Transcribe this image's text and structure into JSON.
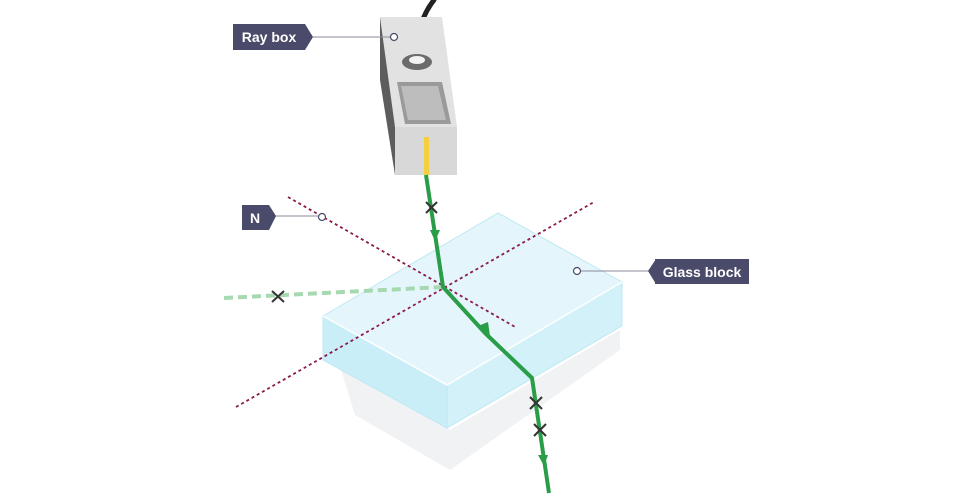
{
  "labels": {
    "ray_box": "Ray box",
    "normal": "N",
    "glass_block": "Glass block"
  },
  "colors": {
    "label_bg": "#4a4a6a",
    "label_text": "#ffffff",
    "ray": "#2a9d48",
    "ray_faded": "#a7d9b1",
    "normal_line": "#8b1a4d",
    "glass_top": "#e4f6fb",
    "glass_side": "#c9eef7",
    "ray_box_body": "#cfcfcf",
    "beam": "#f4d03f",
    "cross_mark": "#333333"
  },
  "icons": {
    "ray_box": "ray-box-icon",
    "glass_block": "glass-block-icon",
    "cross": "cross-mark-icon",
    "arrow": "arrowhead-icon"
  }
}
